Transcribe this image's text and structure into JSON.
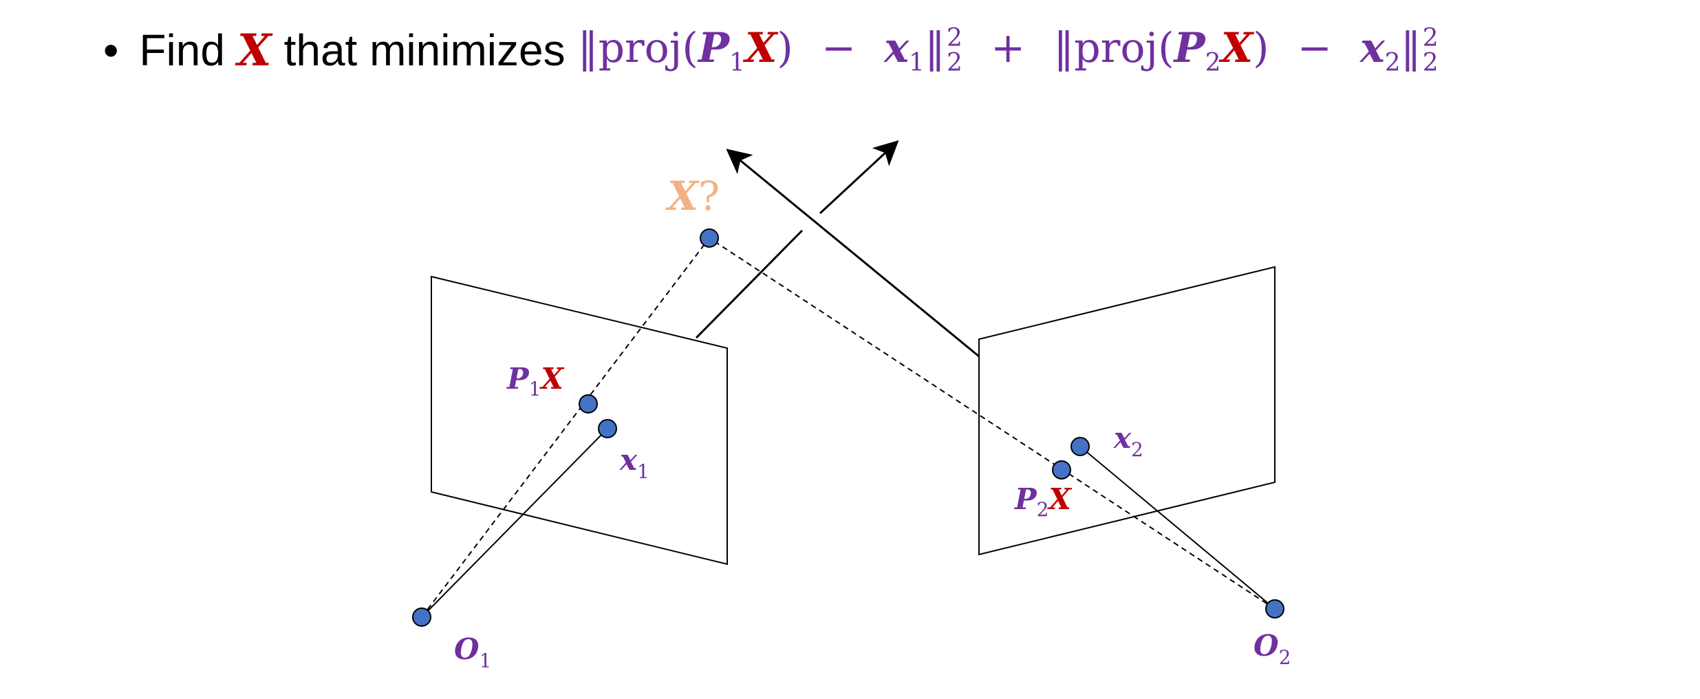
{
  "header": {
    "bullet": "•",
    "find_text": "Find",
    "var_X": "X",
    "that_minimizes": "that minimizes",
    "formula": {
      "norm_open": "‖",
      "proj": "proj",
      "paren_open": "(",
      "paren_close": ")",
      "P": "P",
      "x": "x",
      "X": "X",
      "sub1": "1",
      "sub2": "2",
      "minus": "−",
      "plus": "+",
      "norm_close": "‖",
      "norm_sub": "2",
      "norm_sup": "2"
    }
  },
  "labels": {
    "X_question_var": "X",
    "X_question_mark": "?",
    "P1X_P": "P",
    "P1X_sub": "1",
    "P1X_X": "X",
    "x1_x": "x",
    "x1_sub": "1",
    "O1_O": "O",
    "O1_sub": "1",
    "P2X_P": "P",
    "P2X_sub": "2",
    "P2X_X": "X",
    "x2_x": "x",
    "x2_sub": "2",
    "O2_O": "O",
    "O2_sub": "2"
  },
  "colors": {
    "purple": "#7030a0",
    "red": "#c00000",
    "orange": "#f4b183",
    "point_fill": "#4472c4",
    "line": "#000000"
  }
}
